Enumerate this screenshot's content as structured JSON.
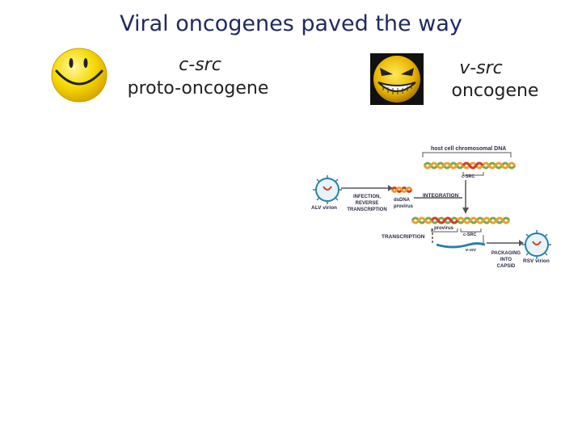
{
  "title": "Viral oncogenes paved the way",
  "left": {
    "gene": "c-src",
    "type": "proto-oncogene",
    "icon": "happy-smiley-icon"
  },
  "right": {
    "gene": "v-src",
    "type": "oncogene",
    "icon": "evil-grin-smiley-icon"
  },
  "diagram": {
    "host_dna": "host cell chromosomal DNA",
    "csrc_top": "c-SRC",
    "alv_virion": "ALV virion",
    "infection": "INFECTION,",
    "reverse": "REVERSE",
    "transcription1": "TRANSCRIPTION",
    "dsdna": "dsDNA",
    "provirus_small": "provirus",
    "integration": "INTEGRATION",
    "provirus_mid": "provirus",
    "csrc_mid": "c-SRC",
    "transcription2": "TRANSCRIPTION",
    "vsrc": "v-src",
    "packaging": "PACKAGING",
    "into": "INTO",
    "capsid": "CAPSID",
    "rsv_virion": "RSV virion"
  },
  "colors": {
    "title": "#1f2a60",
    "helix_red": "#d43a2a",
    "helix_green": "#7da84a",
    "helix_orange": "#e8a030",
    "virus_blue": "#2a7fa8",
    "arrow": "#555555"
  }
}
